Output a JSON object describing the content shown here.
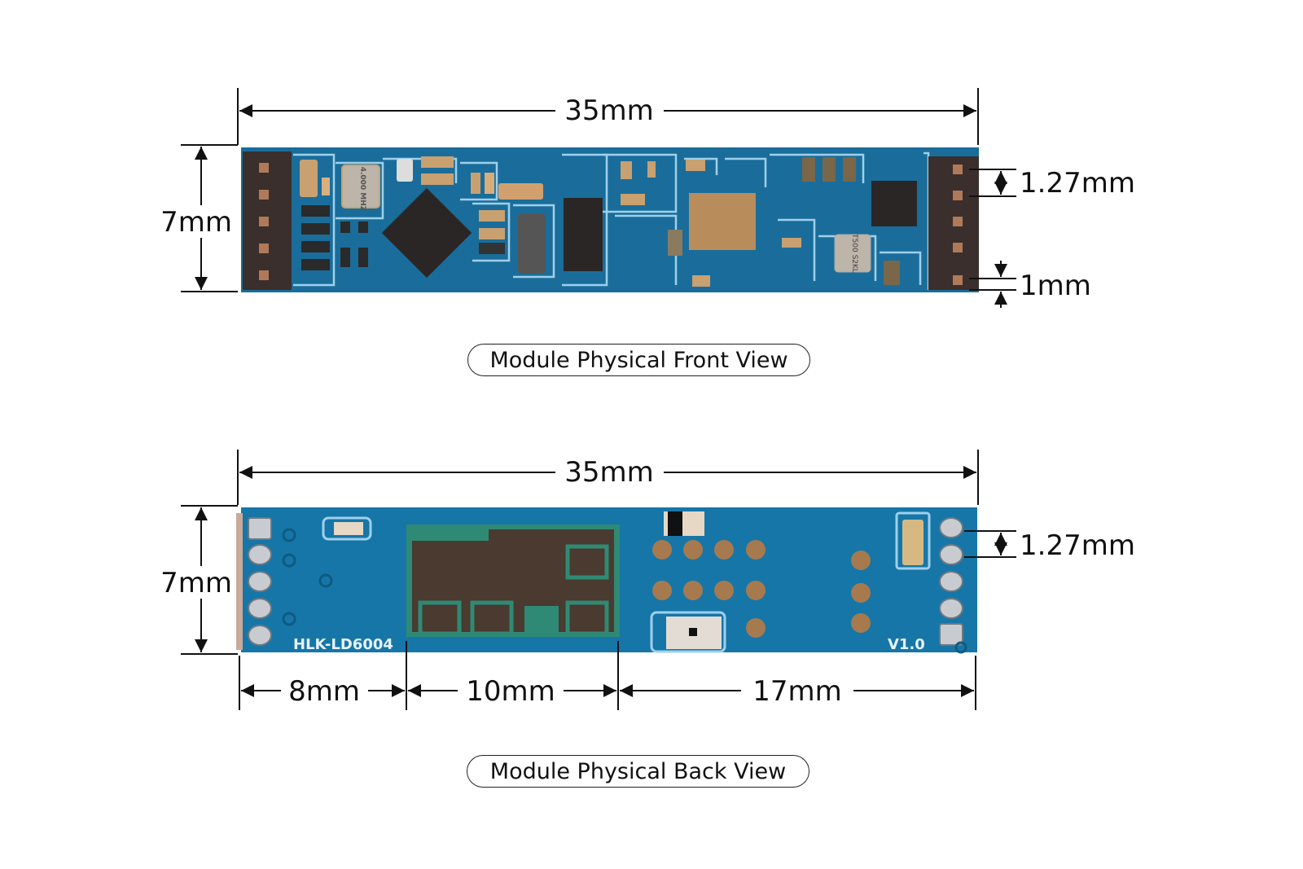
{
  "front_view": {
    "caption": "Module Physical Front View",
    "width_label": "35mm",
    "height_label": "7mm",
    "pin_pitch_label": "1.27mm",
    "pin_edge_label": "1mm",
    "crystal_marking": "4.000 MHZ",
    "oscillator_marking": "T500 S2KL",
    "colors": {
      "pcb": "#1a6d9a",
      "trace": "#9fd0ec",
      "header": "#3a2f2c",
      "component": "#c9a070",
      "shield": "#b98c5c"
    }
  },
  "back_view": {
    "caption": "Module Physical Back View",
    "width_label": "35mm",
    "height_label": "7mm",
    "pin_pitch_label": "1.27mm",
    "segment_labels": [
      "8mm",
      "10mm",
      "17mm"
    ],
    "model_silkscreen": "HLK-LD6004",
    "version_silkscreen": "V1.0",
    "colors": {
      "pcb": "#1676a8",
      "antenna": "#4a3a2f",
      "antenna_border": "#2f8a75",
      "pad": "#a67a4e",
      "pin": "#c8ccd0"
    }
  }
}
